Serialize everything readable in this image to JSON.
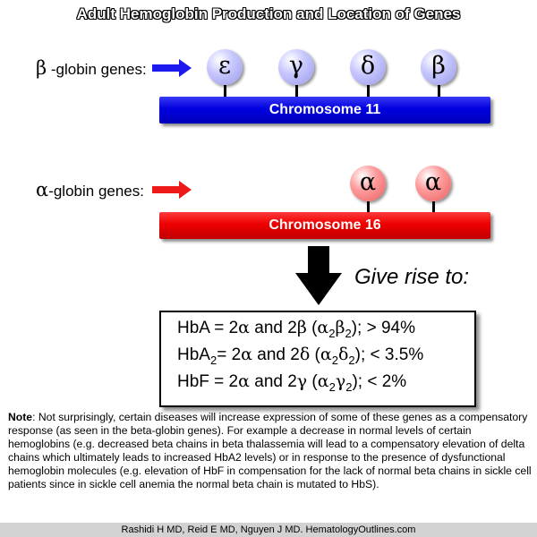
{
  "title": "Adult Hemoglobin Production and Location of Genes",
  "beta_row": {
    "symbol": "β",
    "label": " -globin genes:",
    "genes": [
      "ε",
      "γ",
      "δ",
      "β"
    ],
    "chromosome": "Chromosome 11",
    "color": "#0000e0"
  },
  "alpha_row": {
    "symbol": "α",
    "label": "-globin genes:",
    "genes": [
      "α",
      "α"
    ],
    "chromosome": "Chromosome 16",
    "color": "#ee0000"
  },
  "give_rise": "Give rise to:",
  "hemoglobins": {
    "hba": {
      "a": "HbA = 2",
      "g1": "α",
      "b": " and 2",
      "g2": "β",
      "c": " (",
      "g3": "α",
      "s1": "2",
      "g4": "β",
      "s2": "2",
      "d": "); > 94%"
    },
    "hba2": {
      "a": "HbA",
      "s0": "2",
      "b0": "= 2",
      "g1": "α",
      "b": " and 2",
      "g2": "δ",
      "c": " (",
      "g3": "α",
      "s1": "2",
      "g4": "δ",
      "s2": "2",
      "d": "); < 3.5%"
    },
    "hbf": {
      "a": "HbF = 2",
      "g1": "α",
      "b": " and 2",
      "g2": "γ",
      "c": " (",
      "g3": "α",
      "s1": "2",
      "g4": "γ",
      "s2": "2",
      "d": "); < 2%"
    }
  },
  "note": {
    "label": "Note",
    "text": ": Not surprisingly, certain diseases will increase expression of some of these genes as a compensatory response (as seen in the beta-globin genes). For example a decrease in normal levels of certain hemoglobins (e.g. decreased beta chains in beta thalassemia will lead to a compensatory elevation of delta chains which ultimately leads to increased HbA2 levels) or in response to the presence of dysfunctional hemoglobin molecules (e.g. elevation of HbF in compensation for the lack of normal beta chains in sickle cell patients since in sickle cell anemia the normal beta chain is mutated to HbS)."
  },
  "footer": "Rashidi H MD, Reid E MD, Nguyen J MD. HematologyOutlines.com"
}
